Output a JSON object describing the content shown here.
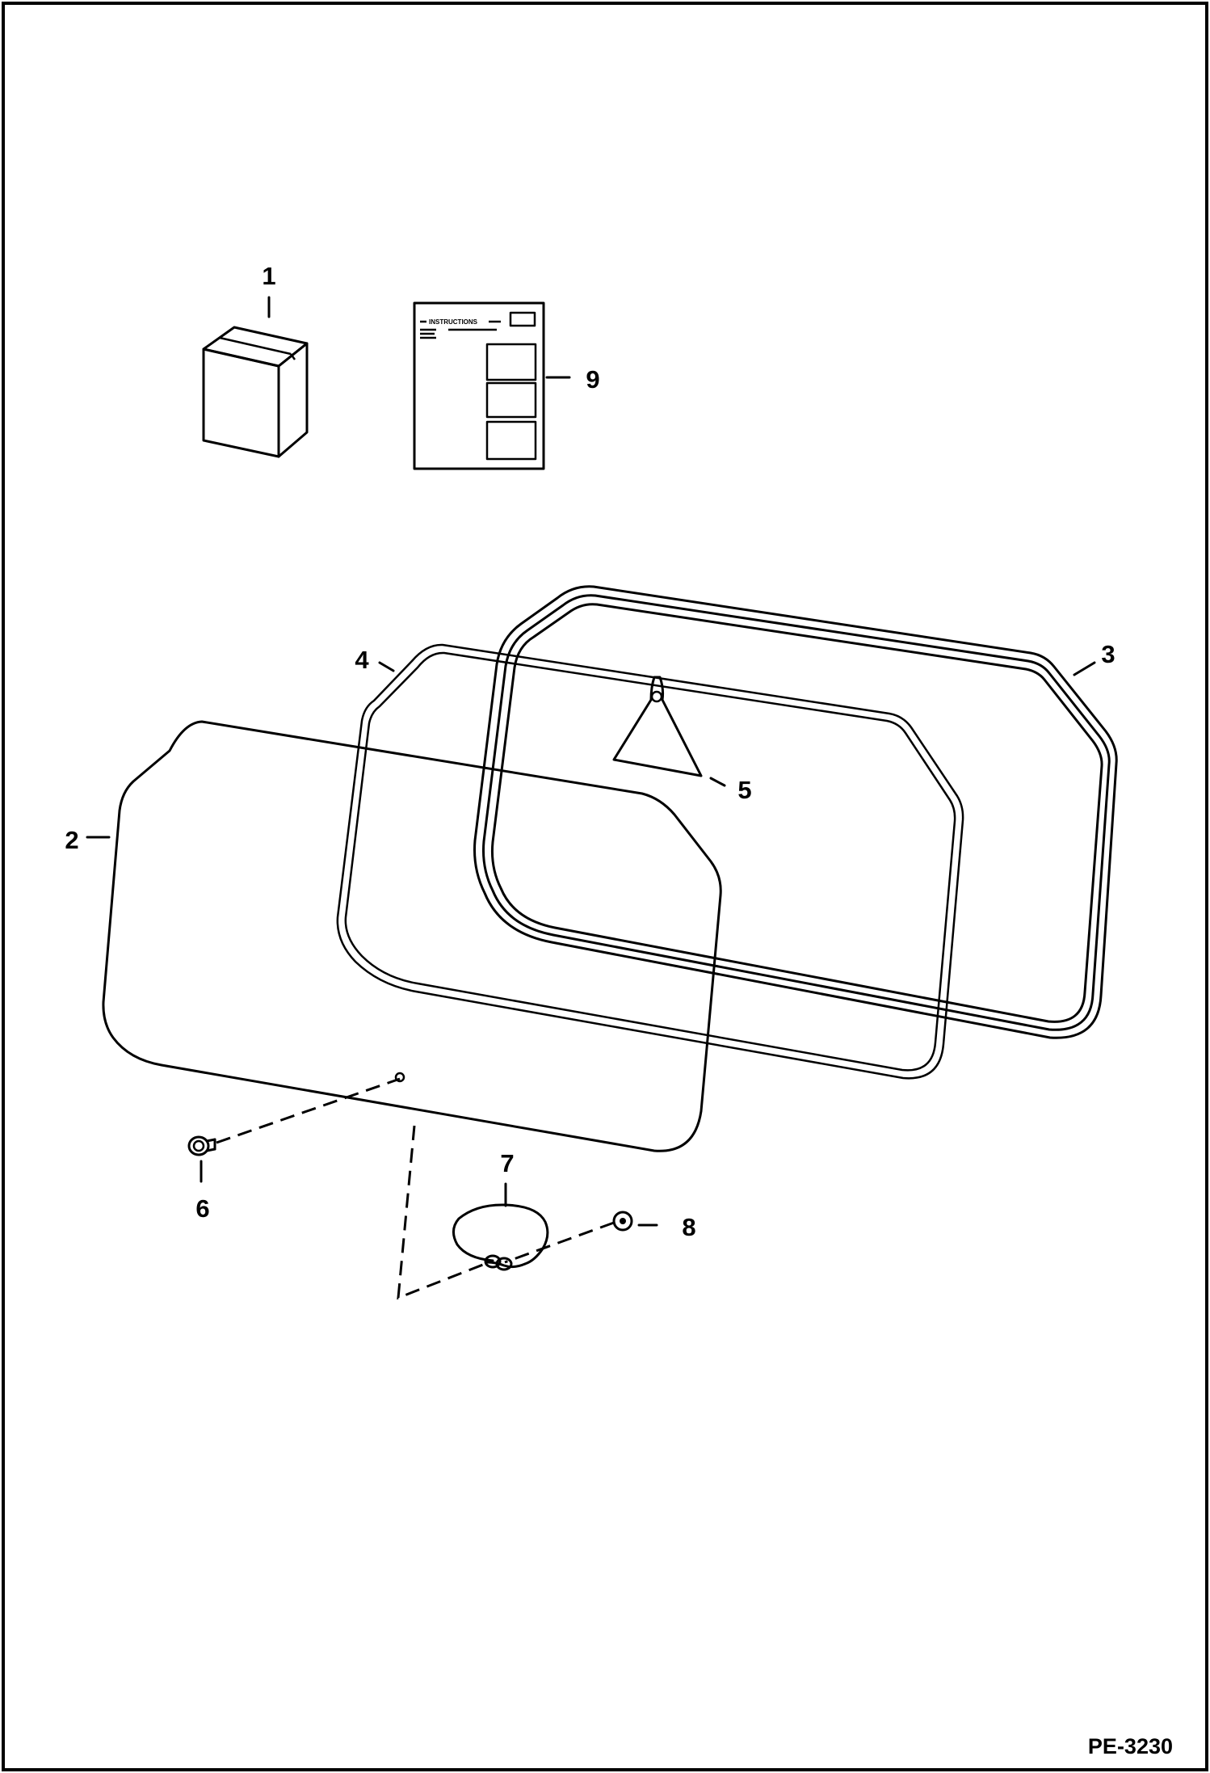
{
  "callouts": {
    "item1": "1",
    "item2": "2",
    "item3": "3",
    "item4": "4",
    "item5": "5",
    "item6": "6",
    "item7": "7",
    "item8": "8",
    "item9": "9"
  },
  "instruction_sheet": {
    "heading": "INSTRUCTIONS"
  },
  "figure_code": "PE-3230"
}
